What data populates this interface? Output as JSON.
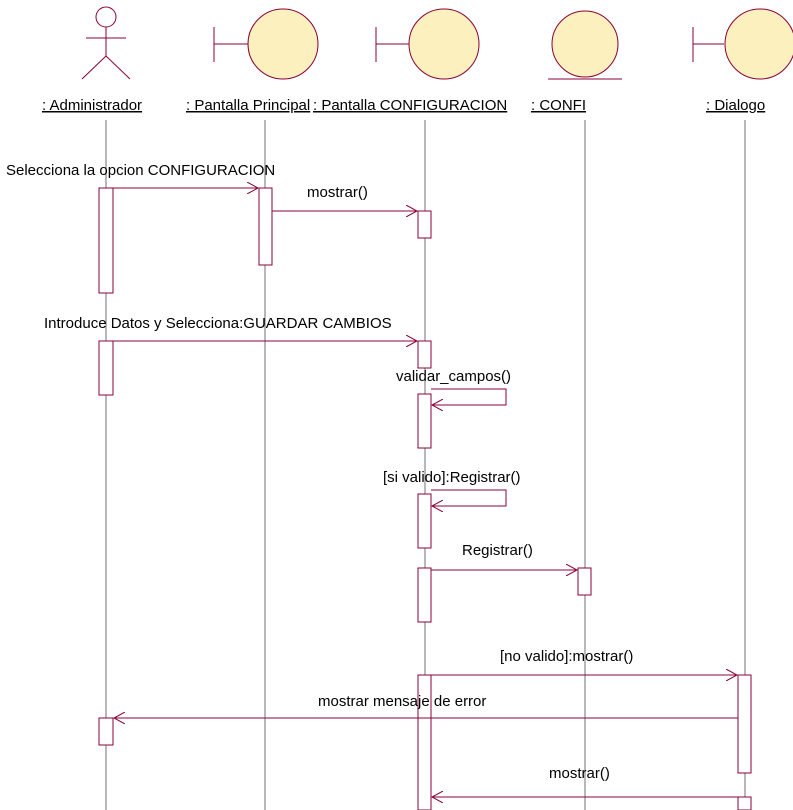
{
  "diagram": {
    "participants": [
      {
        "id": "admin",
        "kind": "actor",
        "label": ": Administrador"
      },
      {
        "id": "pp",
        "kind": "boundary",
        "label": ": Pantalla Principal"
      },
      {
        "id": "pc",
        "kind": "boundary",
        "label": ": Pantalla CONFIGURACION"
      },
      {
        "id": "conf",
        "kind": "entity",
        "label": ": CONFI"
      },
      {
        "id": "dlg",
        "kind": "boundary",
        "label": ": Dialogo"
      }
    ],
    "messages": [
      {
        "from": "admin",
        "to": "pp",
        "label": "Selecciona la opcion CONFIGURACION"
      },
      {
        "from": "pp",
        "to": "pc",
        "label": "mostrar()"
      },
      {
        "from": "admin",
        "to": "pc",
        "label": "Introduce Datos y Selecciona:GUARDAR CAMBIOS"
      },
      {
        "from": "pc",
        "to": "pc",
        "label": "validar_campos()"
      },
      {
        "from": "pc",
        "to": "pc",
        "label": "[si valido]:Registrar()"
      },
      {
        "from": "pc",
        "to": "conf",
        "label": "Registrar()"
      },
      {
        "from": "pc",
        "to": "dlg",
        "label": "[no valido]:mostrar()"
      },
      {
        "from": "dlg",
        "to": "admin",
        "label": "mostrar mensaje de error"
      },
      {
        "from": "dlg",
        "to": "pc",
        "label": "mostrar()"
      }
    ],
    "colors": {
      "line": "#8b0037",
      "fill": "#fdf0bf"
    }
  }
}
